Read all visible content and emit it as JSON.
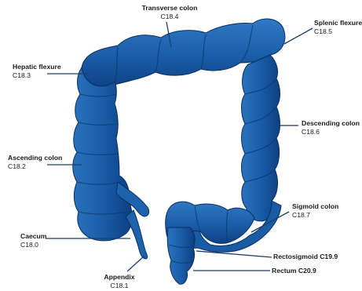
{
  "colors": {
    "colon_fill": "#1a5da8",
    "colon_dark": "#0d3f7f",
    "colon_outline": "#0a2f5e",
    "highlight": "#3d86cc",
    "leader_line": "#1b3f6d"
  },
  "labels": {
    "transverse": {
      "name": "Transverse colon",
      "code": "C18.4"
    },
    "splenic": {
      "name": "Splenic flexure",
      "code": "C18.5"
    },
    "hepatic": {
      "name": "Hepatic flexure",
      "code": "C18.3"
    },
    "descending": {
      "name": "Descending colon",
      "code": "C18.6"
    },
    "ascending": {
      "name": "Ascending colon",
      "code": "C18.2"
    },
    "sigmoid": {
      "name": "Sigmoid colon",
      "code": "C18.7"
    },
    "caecum": {
      "name": "Caecum",
      "code": "C18.0"
    },
    "rectosigmoid": {
      "name": "Rectosigmoid",
      "code": "C19.9"
    },
    "appendix": {
      "name": "Appendix",
      "code": "C18.1"
    },
    "rectum": {
      "name": "Rectum",
      "code": "C20.9"
    }
  }
}
